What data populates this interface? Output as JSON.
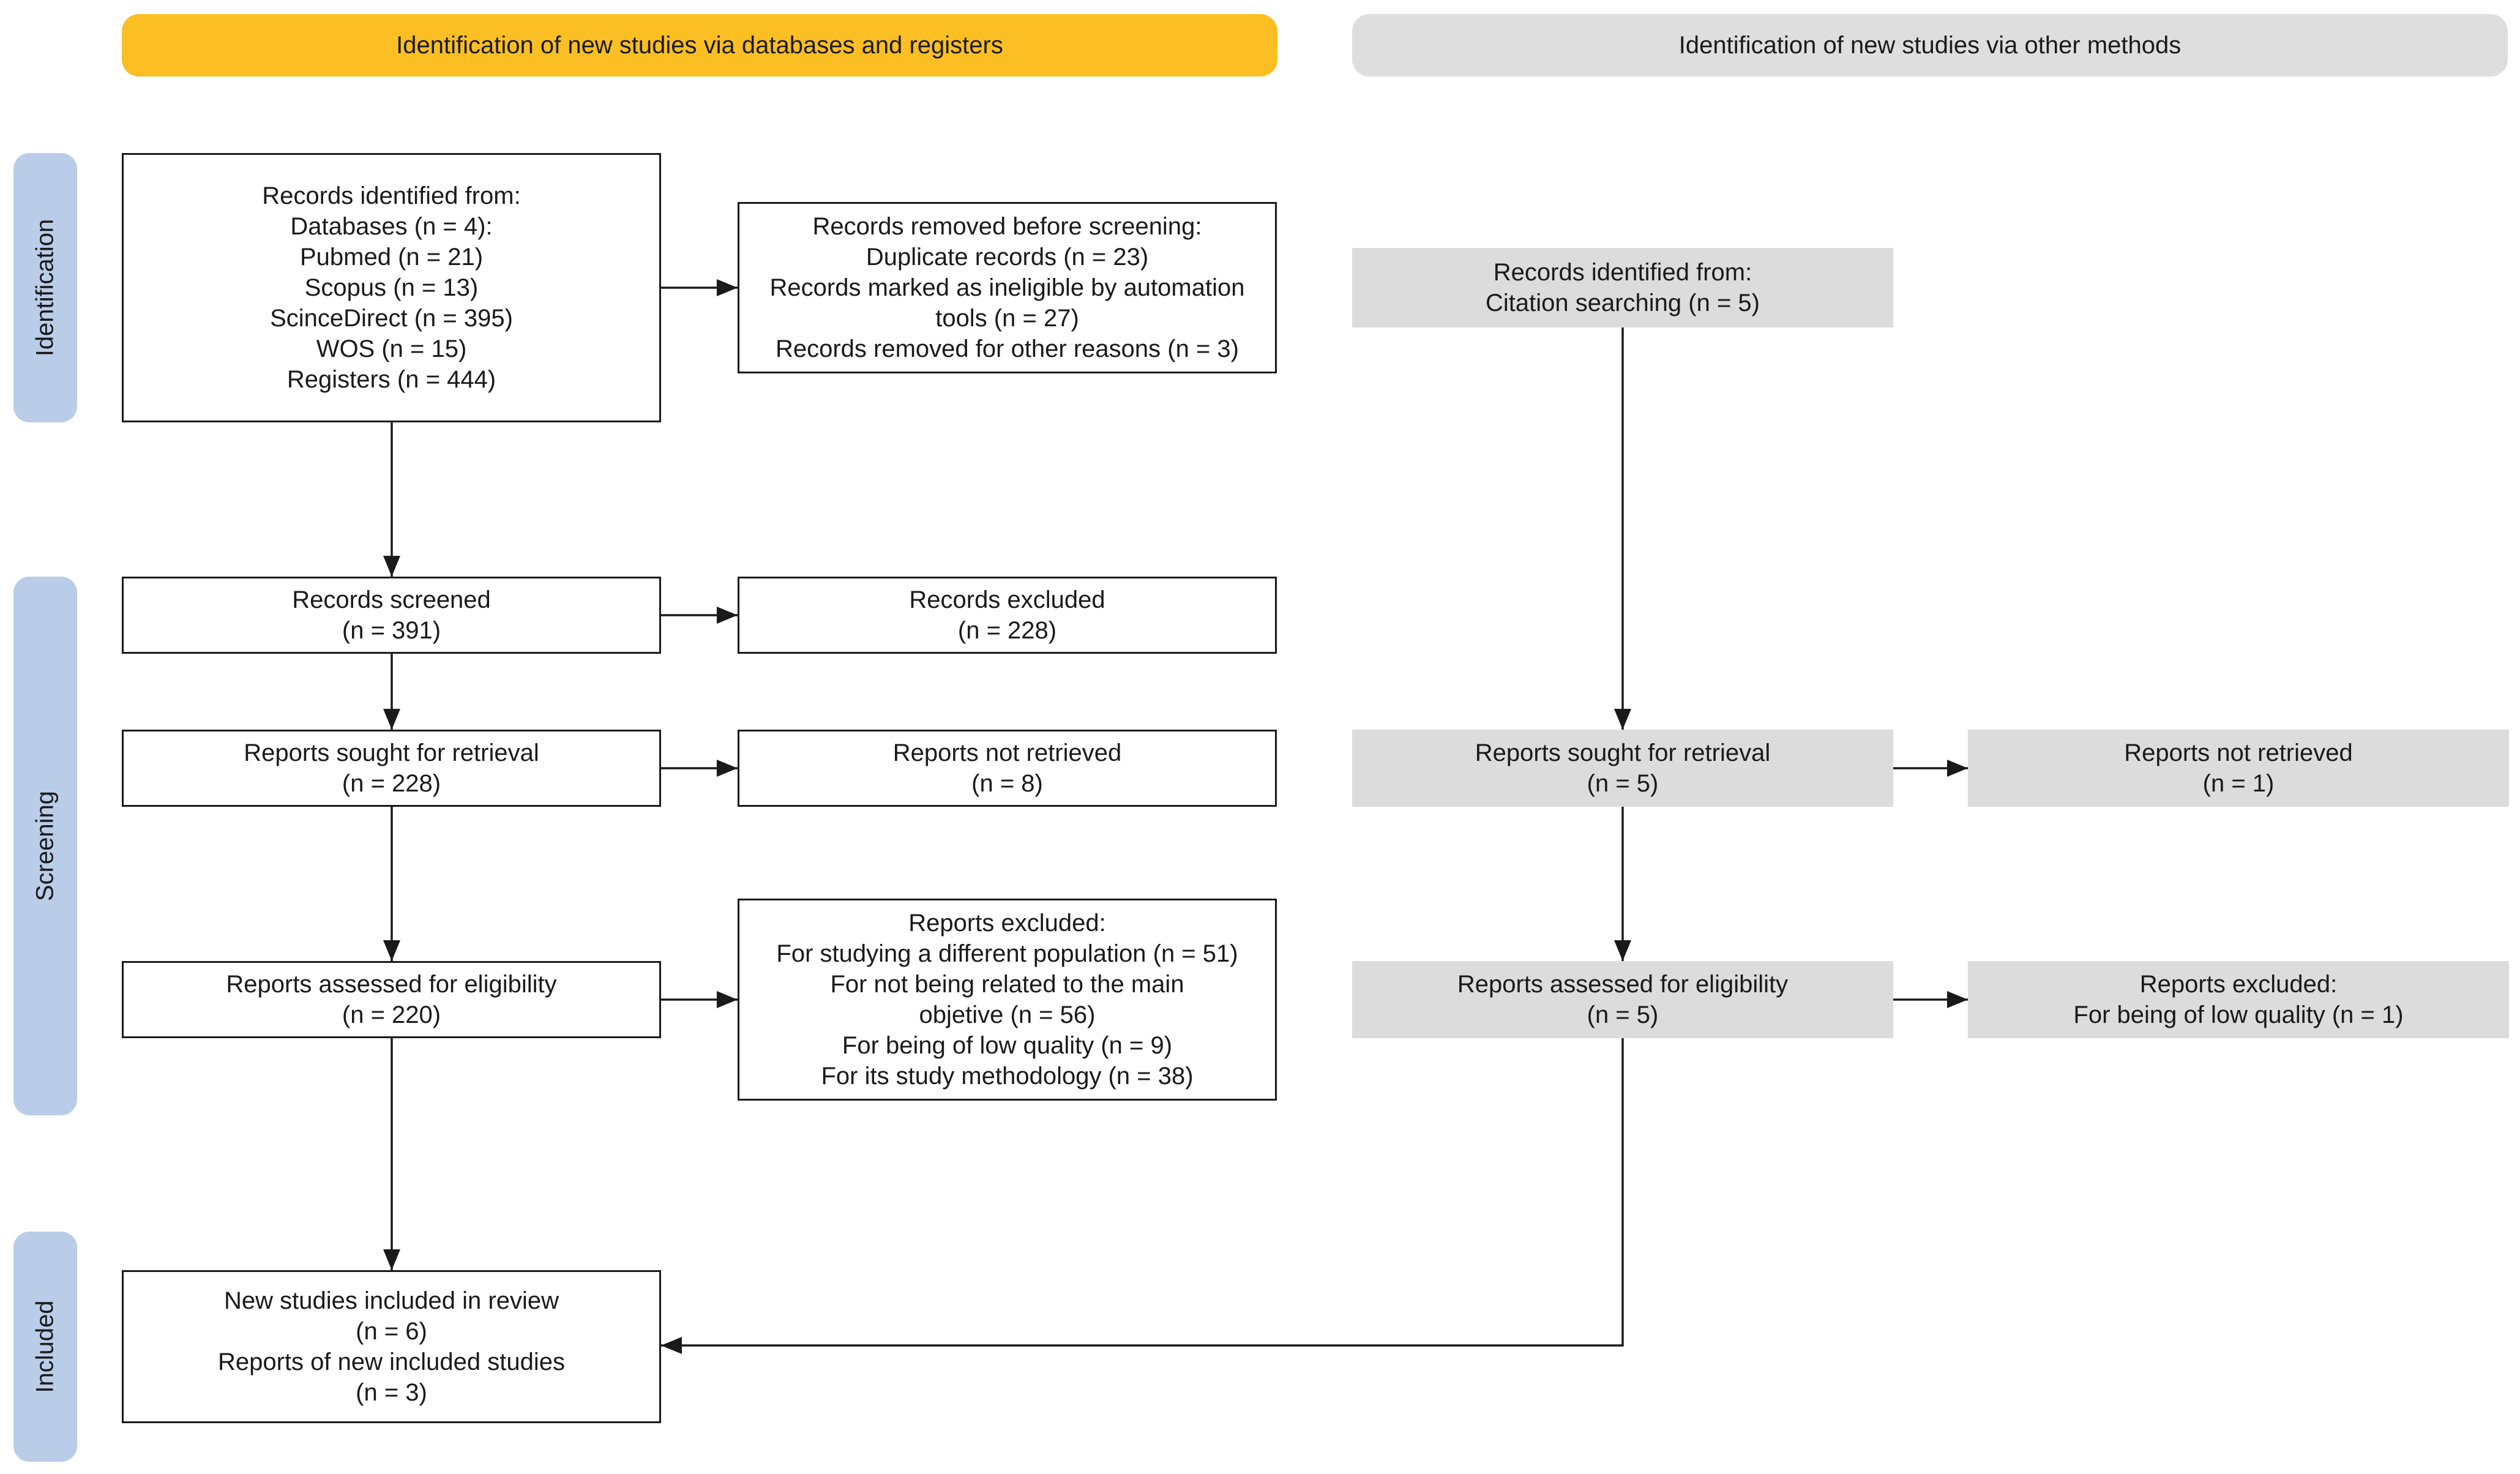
{
  "headers": {
    "databases": "Identification of new studies via databases and registers",
    "other": "Identification of new studies via other methods"
  },
  "colors": {
    "database_header": "#fbbf24",
    "other_header": "#dedede",
    "phase_label": "#b9cde9",
    "grey_box": "#dcdcdc",
    "line": "#1a1a1a"
  },
  "phases": {
    "identification": "Identification",
    "screening": "Screening",
    "included": "Included"
  },
  "boxes": {
    "records_identified": [
      "Records identified from:",
      "Databases (n = 4):",
      "Pubmed (n = 21)",
      "Scopus (n = 13)",
      "ScinceDirect (n = 395)",
      "WOS (n = 15)",
      "Registers (n = 444)"
    ],
    "records_removed": [
      "Records removed before screening:",
      "Duplicate records (n = 23)",
      "Records marked as ineligible by automation",
      "tools (n = 27)",
      "Records removed for other reasons (n = 3)"
    ],
    "records_screened": [
      "Records screened",
      "(n = 391)"
    ],
    "records_excluded": [
      "Records excluded",
      "(n = 228)"
    ],
    "reports_sought": [
      "Reports sought for retrieval",
      "(n = 228)"
    ],
    "reports_not_retrieved": [
      "Reports not retrieved",
      "(n = 8)"
    ],
    "reports_assessed": [
      "Reports assessed for eligibility",
      "(n = 220)"
    ],
    "reports_excluded": [
      "Reports excluded:",
      "For studying a different population (n = 51)",
      "For not being related to the main",
      "objetive (n = 56)",
      "For being of low quality (n = 9)",
      "For its study methodology (n = 38)"
    ],
    "included": [
      "New studies included in review",
      "(n = 6)",
      "Reports of new included studies",
      "(n = 3)"
    ],
    "other_identified": [
      "Records identified from:",
      "Citation searching (n = 5)"
    ],
    "other_sought": [
      "Reports sought for retrieval",
      "(n = 5)"
    ],
    "other_not_retrieved": [
      "Reports not retrieved",
      "(n = 1)"
    ],
    "other_assessed": [
      "Reports assessed for eligibility",
      "(n = 5)"
    ],
    "other_excluded": [
      "Reports excluded:",
      "For being of low quality (n = 1)"
    ]
  }
}
